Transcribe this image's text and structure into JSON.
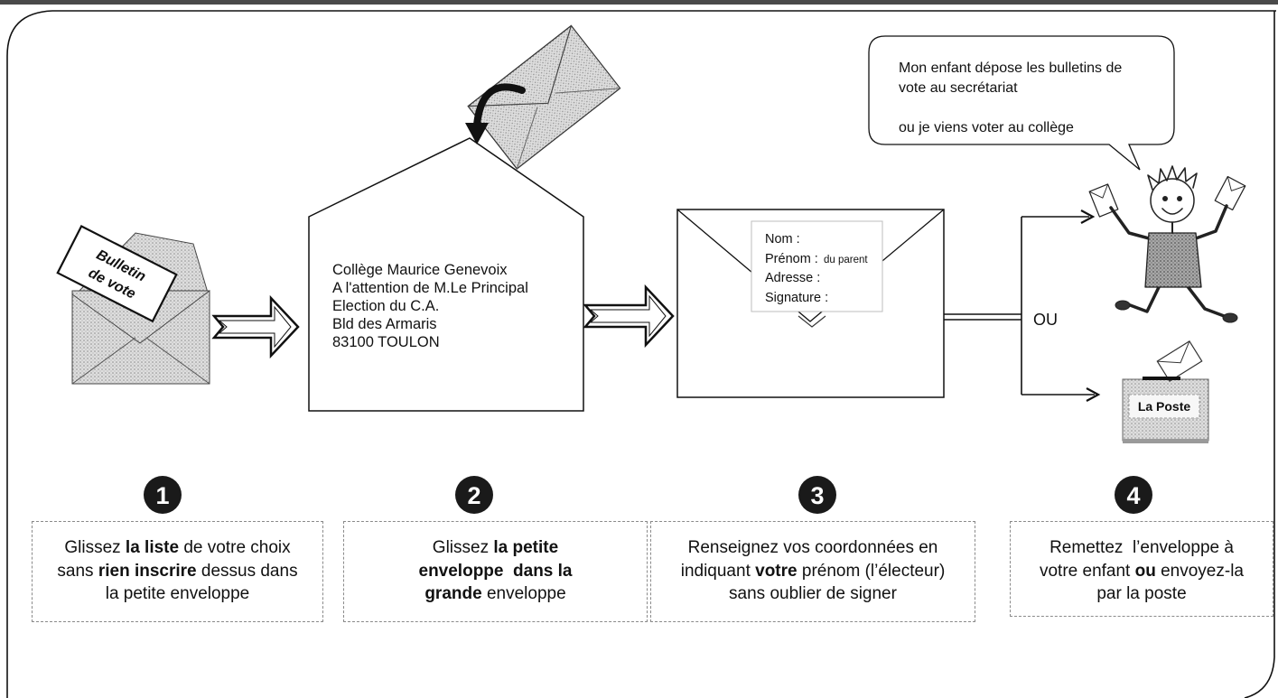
{
  "speech_bubble": {
    "lines": [
      "Mon enfant dépose les bulletins de",
      "vote au secrétariat",
      "ou je viens voter au collège"
    ]
  },
  "ballot": {
    "lines": [
      "Bulletin",
      "de vote"
    ]
  },
  "address": {
    "lines": [
      "Collège Maurice Genevoix",
      "A l'attention de M.Le Principal",
      "Election du C.A.",
      "Bld des Armaris",
      "83100 TOULON"
    ]
  },
  "sender_card": {
    "name": "Nom :",
    "firstname": "Prénom :",
    "firstname_note": "du parent",
    "address": "Adresse :",
    "signature": "Signature :"
  },
  "or_label": "OU",
  "post_box": {
    "label": "La Poste"
  },
  "colors": {
    "step_badge": "#1a1a1a",
    "envelope_shade": "#d8d8d8"
  },
  "steps": [
    {
      "number": "1",
      "lines": [
        [
          {
            "t": "Glissez ",
            "b": false
          },
          {
            "t": "la liste",
            "b": true
          },
          {
            "t": " de votre choix",
            "b": false
          }
        ],
        [
          {
            "t": "sans ",
            "b": false
          },
          {
            "t": "rien inscrire",
            "b": true
          },
          {
            "t": " dessus dans",
            "b": false
          }
        ],
        [
          {
            "t": "la petite enveloppe",
            "b": false
          }
        ]
      ]
    },
    {
      "number": "2",
      "lines": [
        [
          {
            "t": "Glissez ",
            "b": false
          },
          {
            "t": "la petite",
            "b": true
          }
        ],
        [
          {
            "t": "enveloppe  dans la",
            "b": true
          }
        ],
        [
          {
            "t": "grande",
            "b": true
          },
          {
            "t": " enveloppe",
            "b": false
          }
        ]
      ]
    },
    {
      "number": "3",
      "lines": [
        [
          {
            "t": "Renseignez vos coordonnées en",
            "b": false
          }
        ],
        [
          {
            "t": "indiquant ",
            "b": false
          },
          {
            "t": "votre",
            "b": true
          },
          {
            "t": " prénom (l’électeur)",
            "b": false
          }
        ],
        [
          {
            "t": "sans oublier de signer",
            "b": false
          }
        ]
      ]
    },
    {
      "number": "4",
      "lines": [
        [
          {
            "t": "Remettez  l’enveloppe à",
            "b": false
          }
        ],
        [
          {
            "t": "votre enfant ",
            "b": false
          },
          {
            "t": "ou",
            "b": true
          },
          {
            "t": " envoyez-la",
            "b": false
          }
        ],
        [
          {
            "t": "par la poste",
            "b": false
          }
        ]
      ]
    }
  ]
}
